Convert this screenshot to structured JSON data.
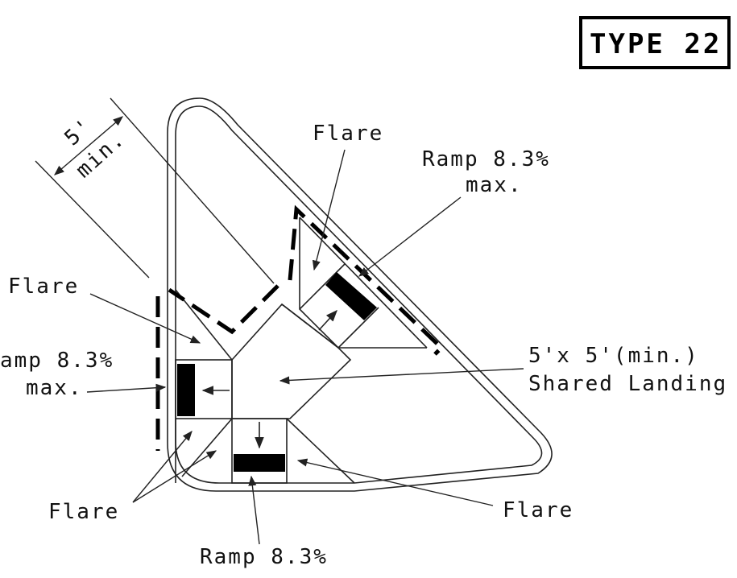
{
  "title": "TYPE 22",
  "labels": {
    "dim_value": "5'",
    "dim_min": "min.",
    "flare_top": "Flare",
    "ramp_right_1": "Ramp 8.3%",
    "ramp_right_2": "max.",
    "flare_left": "Flare",
    "ramp_left_1": "amp 8.3%",
    "ramp_left_2": "max.",
    "landing_1": "5'x 5'(min.)",
    "landing_2": "Shared Landing",
    "flare_bottom_left": "Flare",
    "flare_bottom_right": "Flare",
    "ramp_bottom": "Ramp 8.3%"
  }
}
